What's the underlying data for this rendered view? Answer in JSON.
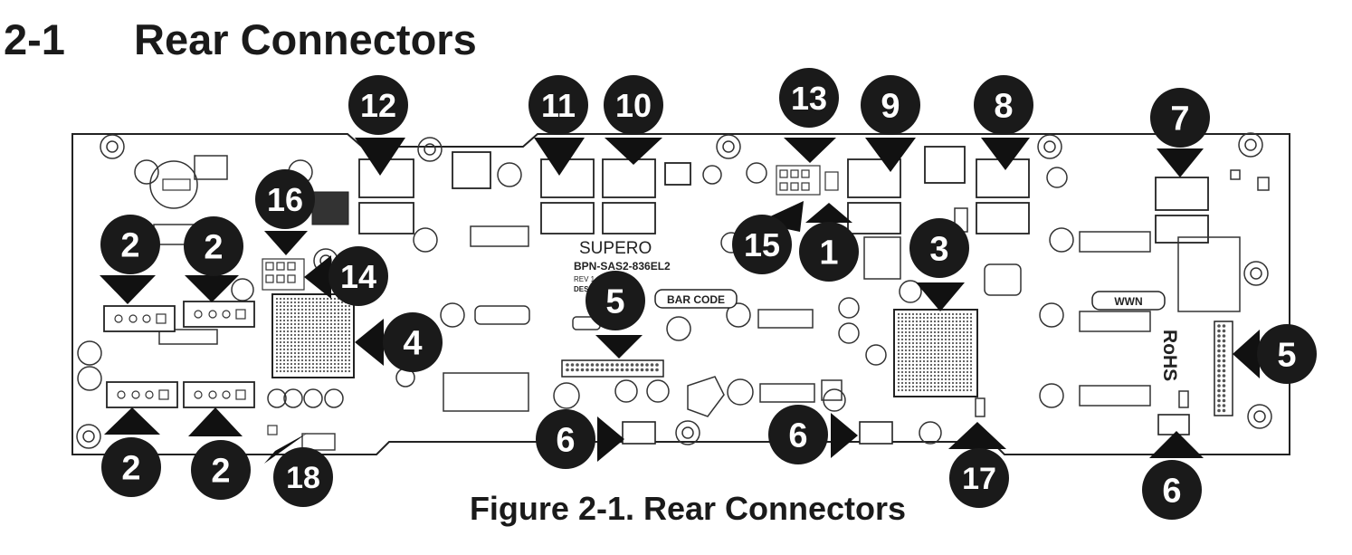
{
  "heading": {
    "number": "2-1",
    "title": "Rear Connectors"
  },
  "caption": "Figure 2-1. Rear Connectors",
  "board": {
    "brand": "SUPERO",
    "model": "BPN-SAS2-836EL2",
    "revision": "REV 1.02",
    "design": "DESIGN",
    "barcode_label": "BAR CODE",
    "wwn_label": "WWN",
    "rohs_label": "RoHS"
  },
  "callouts": [
    "12",
    "11",
    "10",
    "13",
    "9",
    "8",
    "7",
    "16",
    "2",
    "2",
    "14",
    "15",
    "1",
    "3",
    "5",
    "4",
    "5",
    "2",
    "2",
    "6",
    "6",
    "18",
    "17",
    "6"
  ]
}
